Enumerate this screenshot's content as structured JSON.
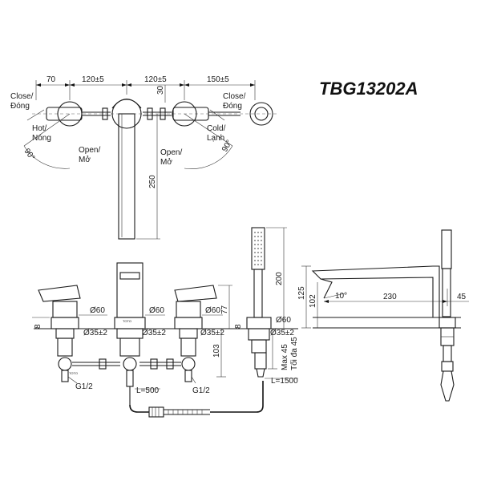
{
  "title": "TBG13202A",
  "top_view": {
    "dims_top": [
      "70",
      "120±5",
      "120±5",
      "150±5"
    ],
    "dim_30": "30",
    "dim_250": "250",
    "left_close": [
      "Close/",
      "Đóng"
    ],
    "left_hot": [
      "Hot/",
      "Nóng"
    ],
    "left_open": [
      "Open/",
      "Mở"
    ],
    "left_angle": "90°",
    "center_open": [
      "Open/",
      "Mở"
    ],
    "right_close": [
      "Close/",
      "Đóng"
    ],
    "right_cold": [
      "Cold/",
      "Lạnh"
    ],
    "right_angle": "90°"
  },
  "front_view": {
    "d60": [
      "Ø60",
      "Ø60",
      "Ø60",
      "Ø60"
    ],
    "d35": [
      "Ø35±2",
      "Ø35±2",
      "Ø35±2",
      "Ø35±2"
    ],
    "dim_8_left": "8",
    "dim_8_right": "8",
    "dim_200": "200",
    "dim_77": "77",
    "dim_103": "103",
    "dim_max45": "Max 45",
    "dim_max45_vn": "Tối đa 45",
    "hose_l1500": "L=1500",
    "hose_l500": "L=500",
    "g12_left": "G1/2",
    "g12_right": "G1/2",
    "brand_mark": "TOTO"
  },
  "side_view": {
    "dim_125": "125",
    "dim_102": "102",
    "dim_230": "230",
    "dim_45": "45",
    "angle_10": "10°"
  }
}
